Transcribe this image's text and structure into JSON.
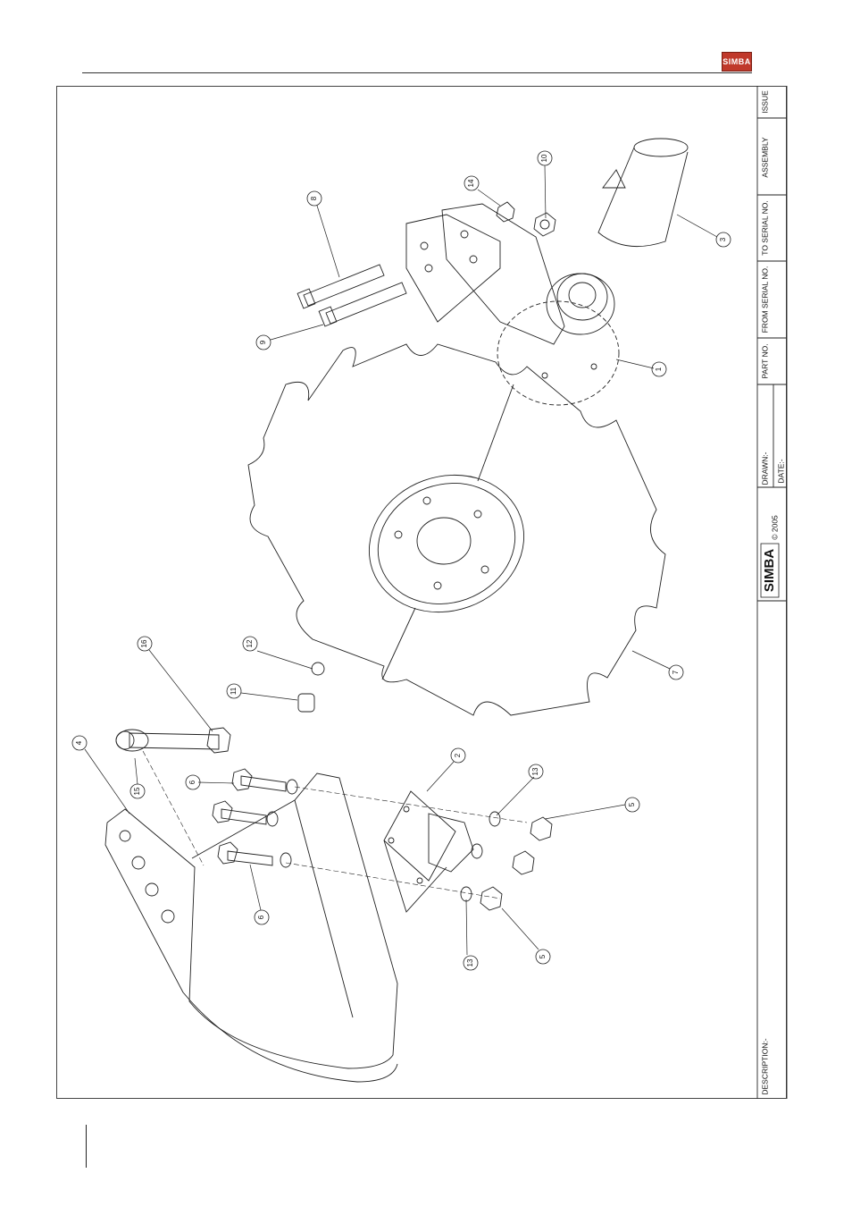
{
  "header": {
    "logo_text": "SIMBA"
  },
  "title_block": {
    "issue": "ISSUE",
    "assembly": "ASSEMBLY",
    "to_serial": "TO SERIAL NO.",
    "from_serial": "FROM SERIAL NO.",
    "part_no": "PART NO.",
    "drawn": "DRAWN:-",
    "date": "DATE:-",
    "brand": "SIMBA",
    "copyright": "© 2005",
    "description": "DESCRIPTION:-"
  },
  "balloons": {
    "b1": "1",
    "b2": "2",
    "b3": "3",
    "b4": "4",
    "b5a": "5",
    "b5b": "5",
    "b6a": "6",
    "b6b": "6",
    "b7": "7",
    "b8": "8",
    "b9": "9",
    "b10": "10",
    "b11": "11",
    "b12": "12",
    "b13a": "13",
    "b13b": "13",
    "b14": "14",
    "b15": "15",
    "b16": "16"
  },
  "colors": {
    "logo_red": "#c0392b",
    "line": "#222222"
  }
}
